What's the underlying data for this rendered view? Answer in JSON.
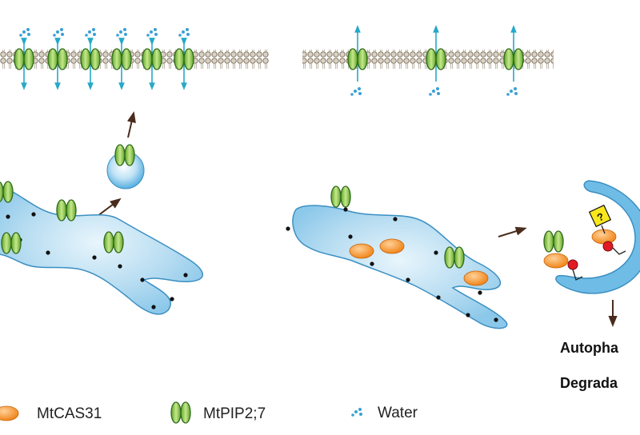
{
  "legend": {
    "cas31": "MtCAS31",
    "pip": "MtPIP2;7",
    "water": "Water"
  },
  "fate": {
    "line1": "Autopha",
    "line2": "Degrada"
  },
  "question_mark": "?",
  "colors": {
    "membrane_outline": "#7a6a55",
    "membrane_fill": "#c8c0b4",
    "er_fill": "#a9d6ee",
    "er_stroke": "#3b8fc2",
    "pip_fill": "#8cc63f",
    "pip_stroke": "#2e6a1b",
    "cas31": "#f4962f",
    "water_arrow": "#26a8c9",
    "water_dot": "#3aa0d6",
    "process_arrow": "#4a2c1d",
    "tag": "#e01b24",
    "question_box": "#f8e71c"
  }
}
